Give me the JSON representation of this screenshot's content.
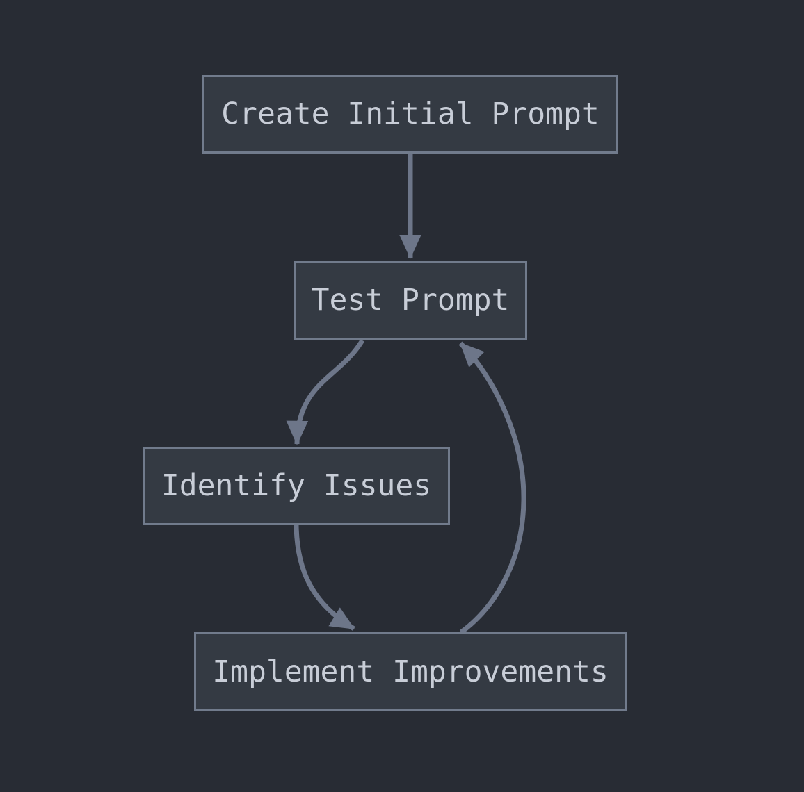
{
  "diagram": {
    "type": "flowchart",
    "direction": "top-down",
    "nodes": [
      {
        "id": "create",
        "label": "Create Initial Prompt"
      },
      {
        "id": "test",
        "label": "Test Prompt"
      },
      {
        "id": "identify",
        "label": "Identify Issues"
      },
      {
        "id": "implement",
        "label": "Implement Improvements"
      }
    ],
    "edges": [
      {
        "from": "create",
        "to": "test"
      },
      {
        "from": "test",
        "to": "identify"
      },
      {
        "from": "identify",
        "to": "implement"
      },
      {
        "from": "implement",
        "to": "test"
      }
    ],
    "colors": {
      "background": "#282c34",
      "node_fill": "#343a43",
      "node_border": "#717b8c",
      "edge": "#6d7689",
      "text": "#c8cdd7"
    }
  }
}
